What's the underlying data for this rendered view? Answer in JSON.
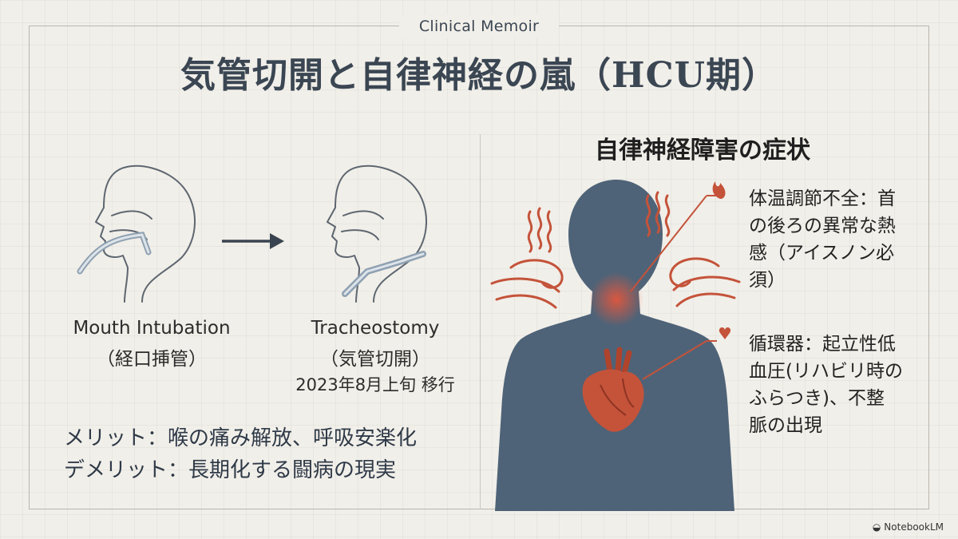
{
  "header": {
    "tag": "Clinical Memoir",
    "title": "気管切開と自律神経の嵐（HCU期）"
  },
  "left": {
    "intubation": {
      "label_en": "Mouth Intubation",
      "label_jp": "（経口挿管）"
    },
    "tracheostomy": {
      "label_en": "Tracheostomy",
      "label_jp": "（気管切開）",
      "date": "2023年8月上旬 移行"
    },
    "merit": "メリット：喉の痛み解放、呼吸安楽化",
    "demerit": "デメリット：長期化する闘病の現実"
  },
  "right": {
    "title": "自律神経障害の症状",
    "thermo": {
      "icon": "flame-icon",
      "text": [
        "体温調節不全：首",
        "の後ろの異常な熱",
        "感（アイスノン必",
        "須）"
      ]
    },
    "cardio": {
      "icon": "heart-icon",
      "text": [
        "循環器：起立性低",
        "血圧(リハビリ時の",
        "ふらつき)、不整",
        "脈の出現"
      ]
    }
  },
  "footer": {
    "brand": "NotebookLM"
  },
  "colors": {
    "accent_red": "#c4533a",
    "slate": "#4e6378",
    "title": "#3b4653"
  }
}
